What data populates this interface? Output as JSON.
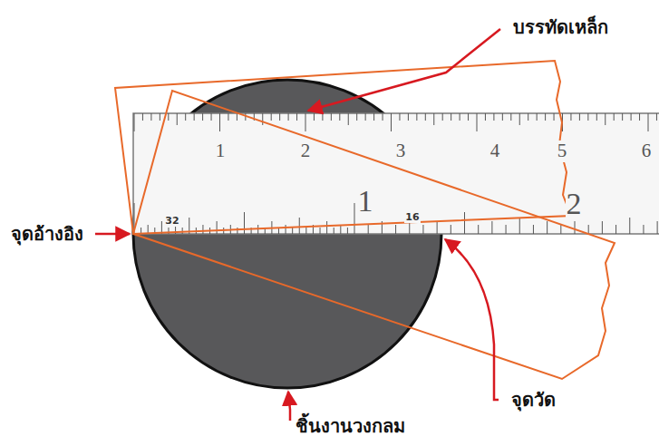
{
  "diagram": {
    "labels": [
      "บรรทัดเหล็ก",
      "1",
      "2",
      "3",
      "4",
      "5",
      "6",
      "1",
      "2",
      "32",
      "16",
      "จุดอ้างอิง",
      "จุดวัด",
      "ชิ้นงานวงกลม"
    ]
  }
}
